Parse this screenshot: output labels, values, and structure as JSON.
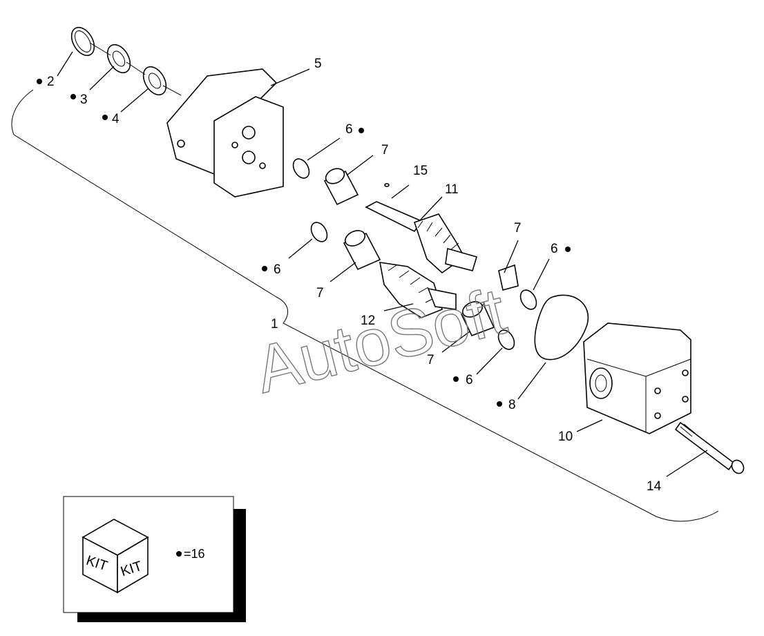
{
  "callouts": {
    "c1": "1",
    "c2": "2",
    "c3": "3",
    "c4": "4",
    "c5": "5",
    "c6a": "6",
    "c6b": "6",
    "c6c": "6",
    "c6d": "6",
    "c7a": "7",
    "c7b": "7",
    "c7c": "7",
    "c7d": "7",
    "c8": "8",
    "c10": "10",
    "c11": "11",
    "c12": "12",
    "c14": "14",
    "c15": "15"
  },
  "kit_legend": {
    "face_left": "KIT",
    "face_right": "KIT",
    "value": "=16"
  },
  "watermark": "AutoSoft"
}
